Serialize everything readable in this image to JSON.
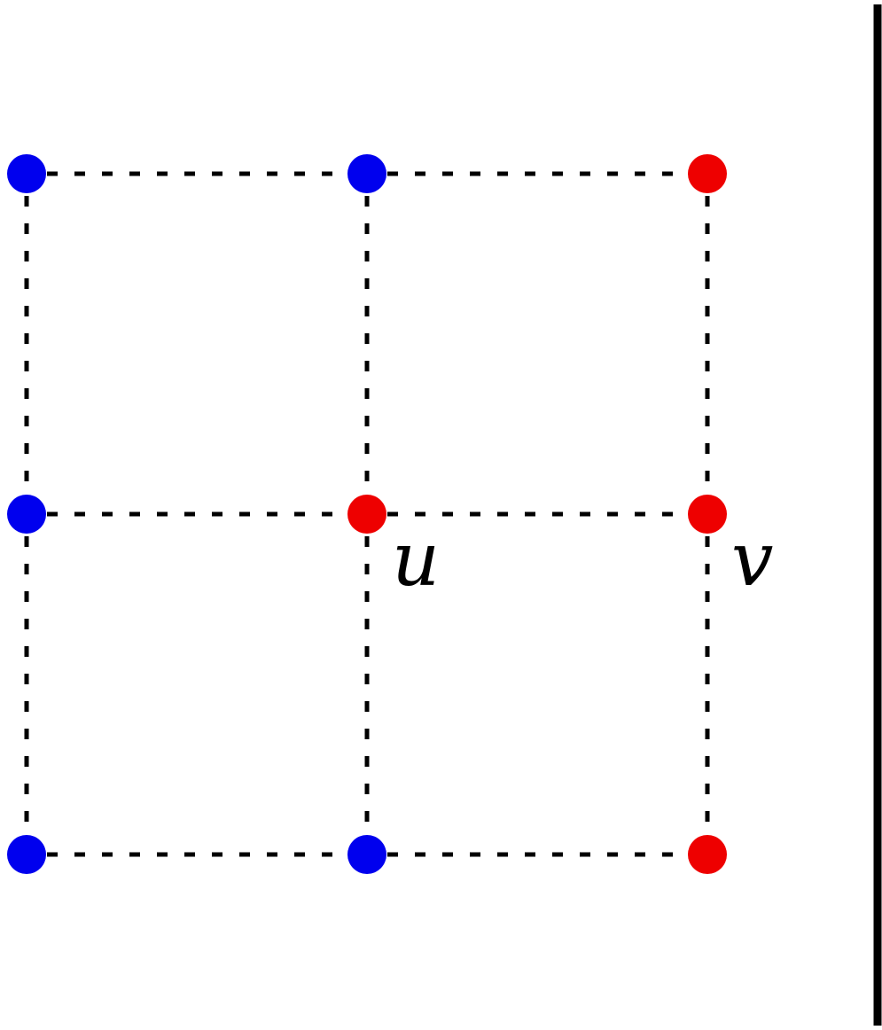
{
  "colors": {
    "blue": "#0000ee",
    "red": "#ee0000",
    "edge": "#000000",
    "boundary": "#000000"
  },
  "grid": {
    "rows": 3,
    "cols": 3,
    "node_colors": [
      [
        "blue",
        "blue",
        "red"
      ],
      [
        "blue",
        "red",
        "red"
      ],
      [
        "blue",
        "blue",
        "red"
      ]
    ],
    "edge_style": "dashed",
    "boundary_line": "right"
  },
  "labels": {
    "u": "u",
    "v": "v"
  }
}
